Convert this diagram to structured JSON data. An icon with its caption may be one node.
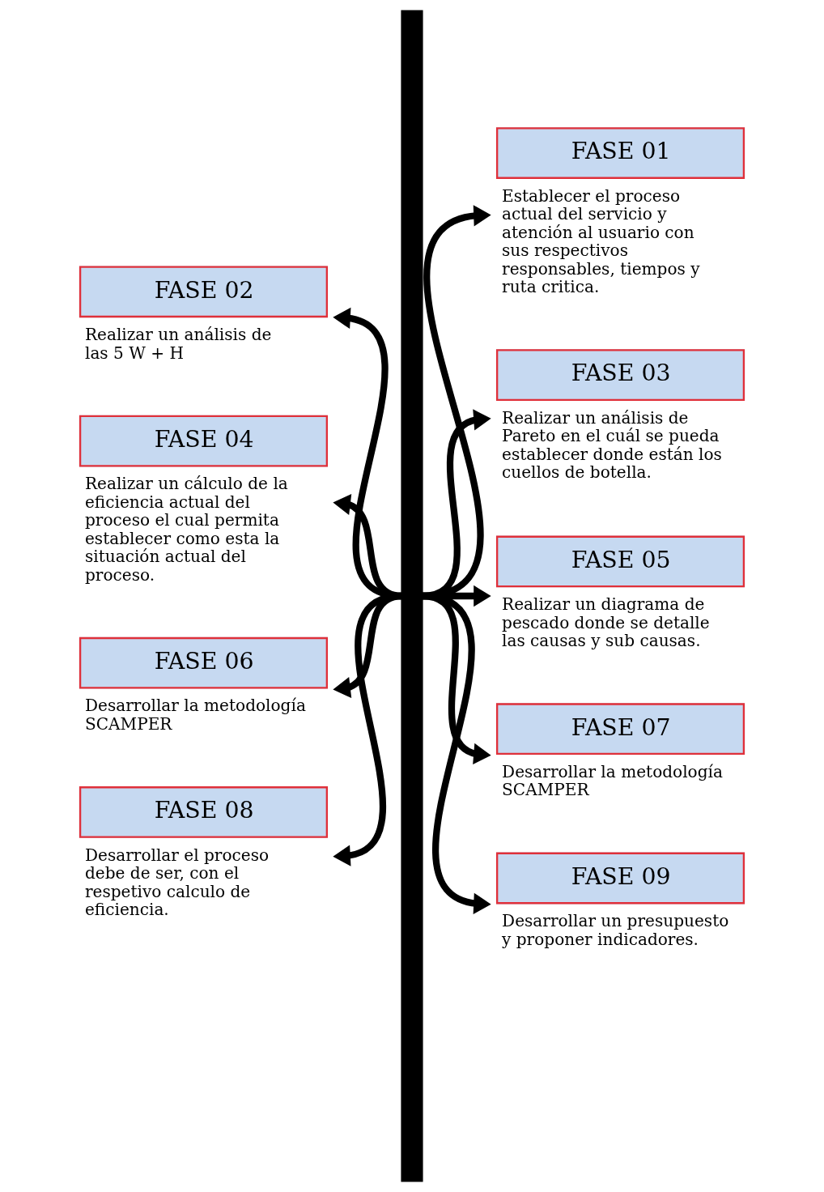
{
  "diagram": {
    "nodes": [
      {
        "text": [],
        "shape": "bar"
      },
      {
        "text": [
          "FASE 01",
          "Establecer el proceso actual del servicio y atención al usuario con sus respectivos responsables, tiempos y ruta critica."
        ]
      },
      {
        "text": [
          "FASE 02",
          "Realizar un análisis de las 5 W + H"
        ]
      },
      {
        "text": [
          "FASE 03",
          "Realizar un análisis de Pareto en el cuál se pueda establecer donde están los cuellos de botella."
        ]
      },
      {
        "text": [
          "FASE 04",
          "Realizar un cálculo de la eficiencia actual del proceso el cual permita establecer como esta la situación actual del proceso."
        ]
      },
      {
        "text": [
          "FASE 05",
          "Realizar un diagrama de pescado donde se detalle las causas y sub causas."
        ]
      },
      {
        "text": [
          "FASE 06",
          "Desarrollar la metodología SCAMPER"
        ]
      },
      {
        "text": [
          "FASE 07",
          "Desarrollar la metodología SCAMPER"
        ]
      },
      {
        "text": [
          "FASE 08",
          "Desarrollar el proceso debe de ser, con el respetivo calculo de eficiencia."
        ]
      },
      {
        "text": [
          "FASE 09",
          "Desarrollar un presupuesto y proponer indicadores."
        ]
      }
    ],
    "edges": [
      {
        "from": 0,
        "to": 1,
        "arrow": "to"
      },
      {
        "from": 0,
        "to": 2,
        "arrow": "to"
      },
      {
        "from": 0,
        "to": 3,
        "arrow": "to"
      },
      {
        "from": 0,
        "to": 4,
        "arrow": "to"
      },
      {
        "from": 0,
        "to": 5,
        "arrow": "to"
      },
      {
        "from": 0,
        "to": 6,
        "arrow": "to"
      },
      {
        "from": 0,
        "to": 7,
        "arrow": "to"
      },
      {
        "from": 0,
        "to": 8,
        "arrow": "to"
      },
      {
        "from": 0,
        "to": 9,
        "arrow": "to"
      }
    ]
  }
}
